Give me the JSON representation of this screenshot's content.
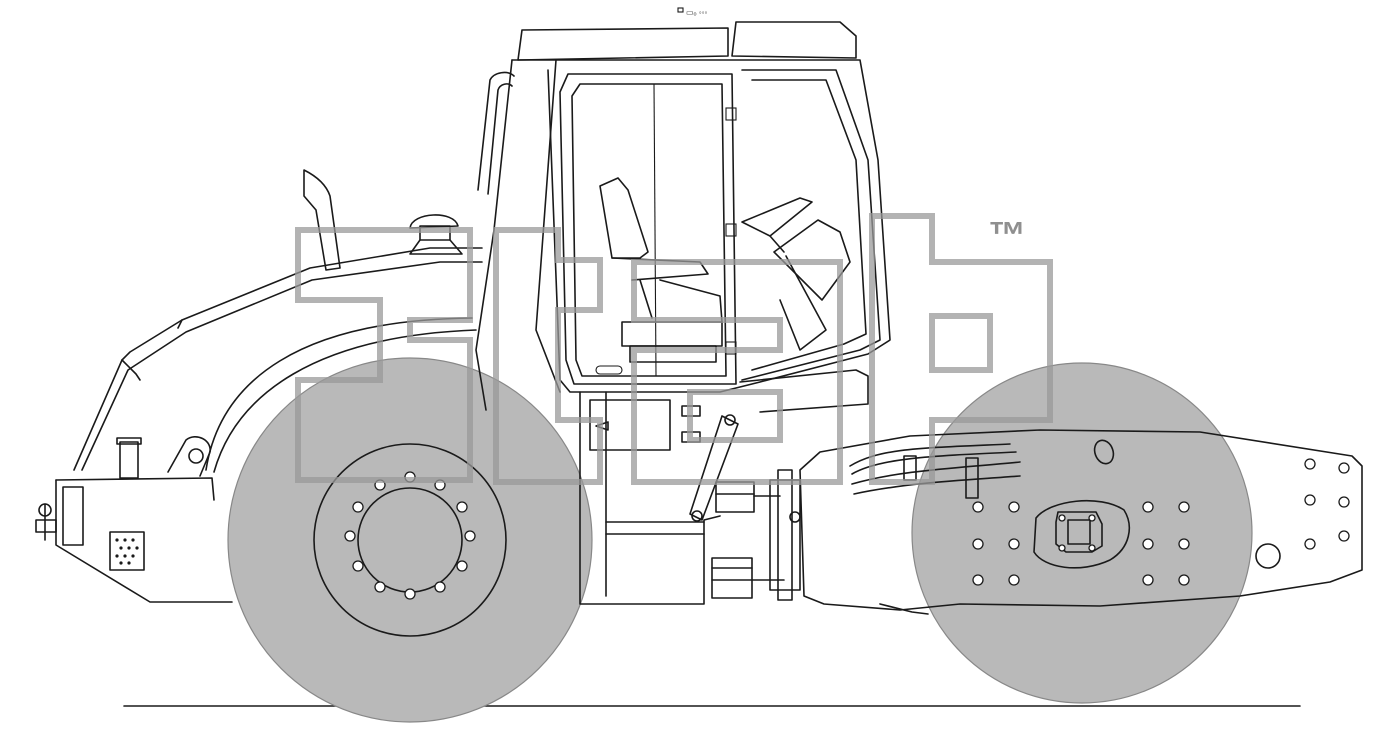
{
  "figure": {
    "top_label": "▭ₒ ◦◦◦"
  },
  "watermark": {
    "lettering": "gtap",
    "trademark": "™"
  },
  "colors": {
    "line": "#1a1a1a",
    "wheel_fill": "#b9b9b9",
    "watermark": "#9a9a9a",
    "background": "#ffffff"
  },
  "icons": [
    "single-drum-roller-drawing",
    "rear-wheel-icon",
    "vibratory-drum-icon",
    "operator-seat-icon",
    "steering-wheel-icon"
  ]
}
